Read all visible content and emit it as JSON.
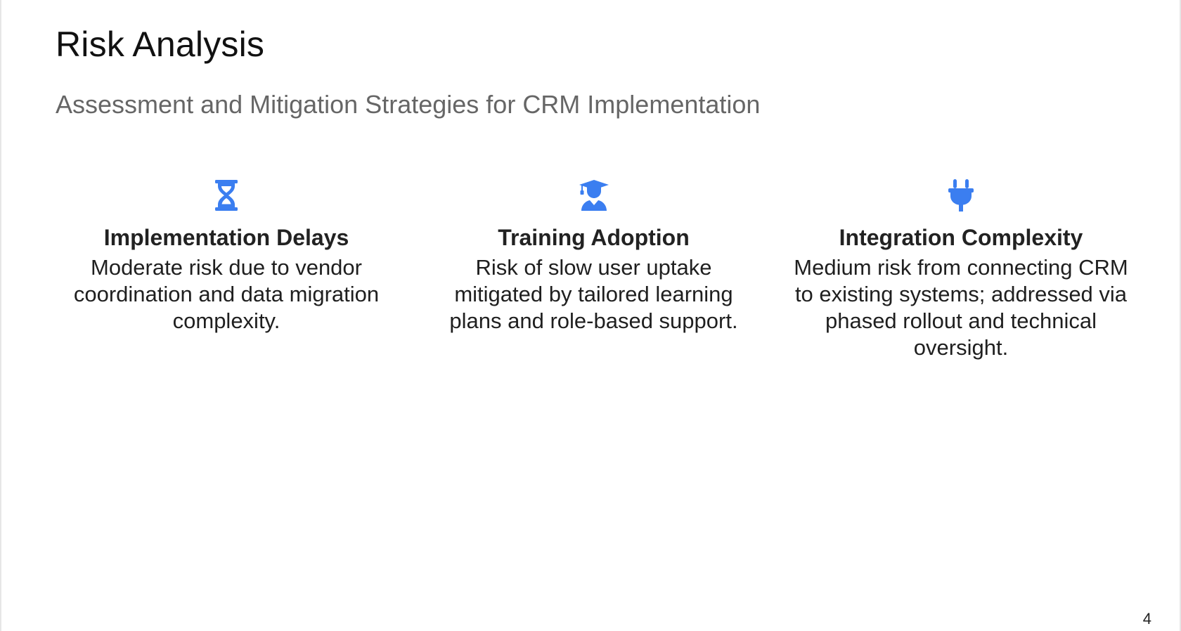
{
  "slide": {
    "title": "Risk Analysis",
    "subtitle": "Assessment and Mitigation Strategies for CRM Implementation",
    "page_number": "4",
    "accent_color": "#3b7ef0"
  },
  "cards": [
    {
      "icon": "hourglass-icon",
      "title": "Implementation Delays",
      "description": "Moderate risk due to vendor coordination and data migration complexity."
    },
    {
      "icon": "graduate-icon",
      "title": "Training Adoption",
      "description": "Risk of slow user uptake mitigated by tailored learning plans and role-based support."
    },
    {
      "icon": "plug-icon",
      "title": "Integration Complexity",
      "description": "Medium risk from connecting CRM to existing systems; addressed via phased rollout and technical oversight."
    }
  ]
}
